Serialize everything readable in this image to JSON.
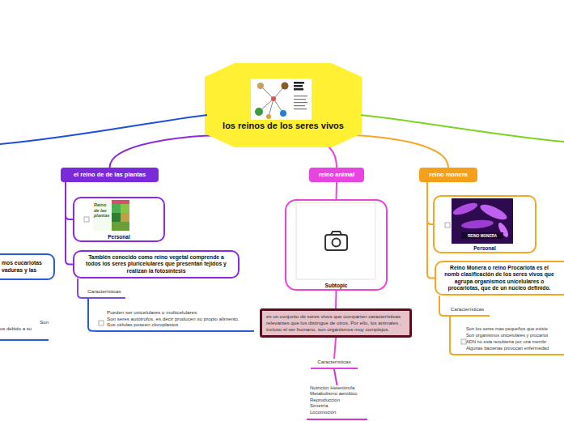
{
  "diagram": {
    "nodes": [
      {
        "text": [
          "los reinos de los seres vivos"
        ]
      },
      {
        "text": [
          "mos eucariotas vaduras y las"
        ]
      },
      {
        "text": [
          "Son",
          "os debido a su"
        ]
      },
      {
        "text": [
          "el reino de de las plantas"
        ]
      },
      {
        "text": [
          "Personal"
        ]
      },
      {
        "text": [
          "También conocido como reino vegetal comprende a todos los seres pluricelulares que presentan tejidos y realizan la fotosíntesis"
        ]
      },
      {
        "text": [
          "Características"
        ]
      },
      {
        "text": [
          "Pueden ser unicelulares o multicelulares.",
          "Son seres autótrofos, es decir producen su propio alimento.",
          "Sus células poseen cloroplastos"
        ]
      },
      {
        "text": [
          "reino animal"
        ]
      },
      {
        "text": [
          "Subtopic"
        ]
      },
      {
        "text": [
          "es un conjunto de seres vivos que comparten características relevantes que los distingue de otros. Por ello, los animales , incluso el ser humano, son organismos muy complejos."
        ]
      },
      {
        "text": [
          "Características"
        ]
      },
      {
        "text": [
          "Nutrición Heterótrofa",
          "Metabolismo aeróbico",
          "Reproducción",
          "Simetría",
          "Locomoción"
        ]
      },
      {
        "text": [
          "reino monera"
        ]
      },
      {
        "text": [
          "Personal"
        ]
      },
      {
        "text": [
          "Reino Monera o reino Procariota es el nomb clasificación de los seres vivos que agrupa organismos unicelulares o procariotas, que de un núcleo definido."
        ]
      },
      {
        "text": [
          "Características"
        ]
      },
      {
        "text": [
          "Son los seres mas pequeños que existe",
          "Son organismos unicelulares y procariot",
          "ADN no esta recubierta por una membr",
          "Algunas bacterias provocan enfermedad"
        ]
      }
    ],
    "edges": [
      {
        "from": 0,
        "to": 3,
        "arrow": "none"
      },
      {
        "from": 0,
        "to": 8,
        "arrow": "none"
      },
      {
        "from": 0,
        "to": 13,
        "arrow": "none"
      },
      {
        "from": 3,
        "to": 4,
        "arrow": "none"
      },
      {
        "from": 3,
        "to": 5,
        "arrow": "none"
      },
      {
        "from": 5,
        "to": 6,
        "arrow": "none"
      },
      {
        "from": 6,
        "to": 7,
        "arrow": "none"
      },
      {
        "from": 8,
        "to": 9,
        "arrow": "none"
      },
      {
        "from": 9,
        "to": 10,
        "arrow": "none"
      },
      {
        "from": 10,
        "to": 11,
        "arrow": "none"
      },
      {
        "from": 11,
        "to": 12,
        "arrow": "none"
      },
      {
        "from": 13,
        "to": 14,
        "arrow": "none"
      },
      {
        "from": 13,
        "to": 15,
        "arrow": "none"
      },
      {
        "from": 15,
        "to": 16,
        "arrow": "none"
      },
      {
        "from": 16,
        "to": 17,
        "arrow": "none"
      }
    ],
    "labels": [
      "Reino de las plantas",
      "REINO MONERA"
    ]
  }
}
